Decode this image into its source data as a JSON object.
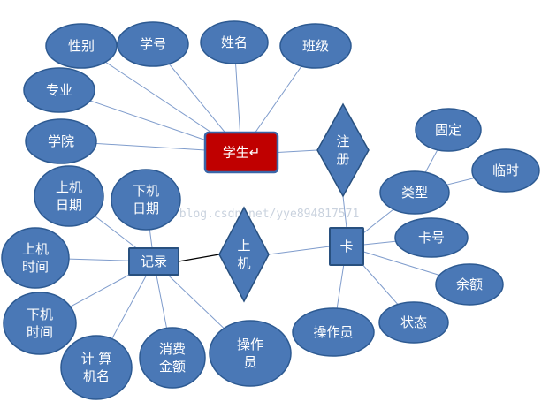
{
  "colors": {
    "attribute_fill": "#4a78b6",
    "attribute_stroke": "#2d5a92",
    "entity_fill": "#4a78b6",
    "entity_stroke": "#28507f",
    "student_fill": "#c00000",
    "student_stroke": "#3a66a8",
    "link": "#7f9ccc",
    "relation_link": "#000000"
  },
  "watermark": "http://blog.csdn.net/yye894817571",
  "entities": {
    "student": "学生↵",
    "card": "卡",
    "record": "记录"
  },
  "relations": {
    "register": [
      "注",
      "册"
    ],
    "board": [
      "上",
      "机"
    ]
  },
  "attributes": {
    "gender": [
      "性别"
    ],
    "student_id": [
      "学号"
    ],
    "name": [
      "姓名"
    ],
    "class": [
      "班级"
    ],
    "major": [
      "专业"
    ],
    "college": [
      "学院"
    ],
    "fixed": [
      "固定"
    ],
    "temporary": [
      "临时"
    ],
    "card_type": [
      "类型"
    ],
    "card_no": [
      "卡号"
    ],
    "balance": [
      "余额"
    ],
    "status": [
      "状态"
    ],
    "card_operator": [
      "操作员"
    ],
    "login_date": [
      "上机",
      "日期"
    ],
    "logout_date": [
      "下机",
      "日期"
    ],
    "login_time": [
      "上机",
      "时间"
    ],
    "logout_time": [
      "下机",
      "时间"
    ],
    "computer_name": [
      "计 算",
      "机名"
    ],
    "consume_amount": [
      "消费",
      "金额"
    ],
    "record_operator": [
      "操作",
      "员"
    ]
  }
}
